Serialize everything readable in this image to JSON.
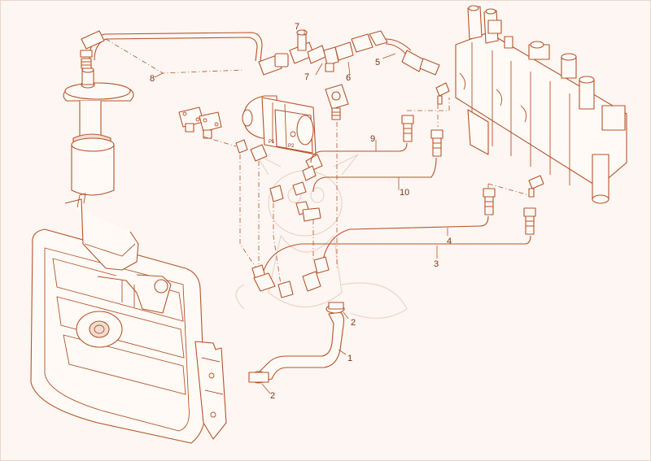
{
  "diagram": {
    "accent_color": "#b5542b",
    "background_color": "#fdf6f2",
    "callouts": [
      "1",
      "2",
      "2",
      "3",
      "4",
      "5",
      "6",
      "7",
      "7",
      "8",
      "9",
      "10"
    ],
    "pump_port_labels": [
      "P1",
      "P2"
    ]
  }
}
